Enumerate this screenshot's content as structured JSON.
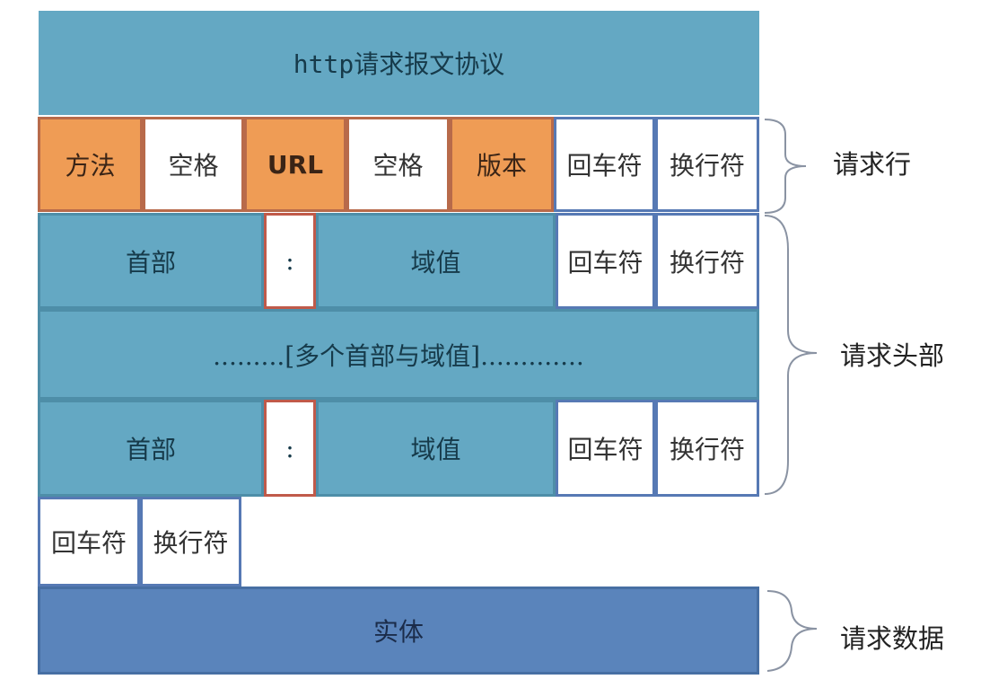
{
  "diagram": {
    "title": "http请求报文协议",
    "request_line": {
      "cells": [
        "方法",
        "空格",
        "URL",
        "空格",
        "版本",
        "回车符",
        "换行符"
      ],
      "label": "请求行"
    },
    "header_row_1": {
      "name": "首部",
      "colon": ":",
      "value": "域值",
      "cr": "回车符",
      "lf": "换行符"
    },
    "multi_headers": ".........[多个首部与域值].............",
    "header_row_2": {
      "name": "首部",
      "colon": ":",
      "value": "域值",
      "cr": "回车符",
      "lf": "换行符"
    },
    "headers_label": "请求头部",
    "blank_line": {
      "cr": "回车符",
      "lf": "换行符"
    },
    "entity": "实体",
    "body_label": "请求数据"
  }
}
